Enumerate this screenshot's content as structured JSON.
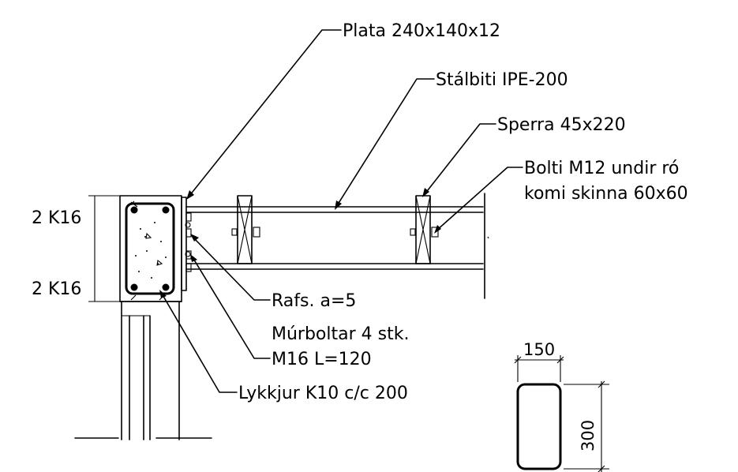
{
  "labels": {
    "plata": "Plata 240x140x12",
    "stalbiti": "Stálbiti IPE-200",
    "sperra": "Sperra 45x220",
    "bolti_line1": "Bolti M12 undir ró",
    "bolti_line2": "komi skinna 60x60",
    "k16_top": "2 K16",
    "k16_bottom": "2 K16",
    "rafs": "Rafs. a=5",
    "murboltar_line1": "Múrboltar 4 stk.",
    "murboltar_line2": "M16 L=120",
    "lykkjur": "Lykkjur K10 c/c 200"
  },
  "section_detail": {
    "width_label": "150",
    "height_label": "300"
  }
}
